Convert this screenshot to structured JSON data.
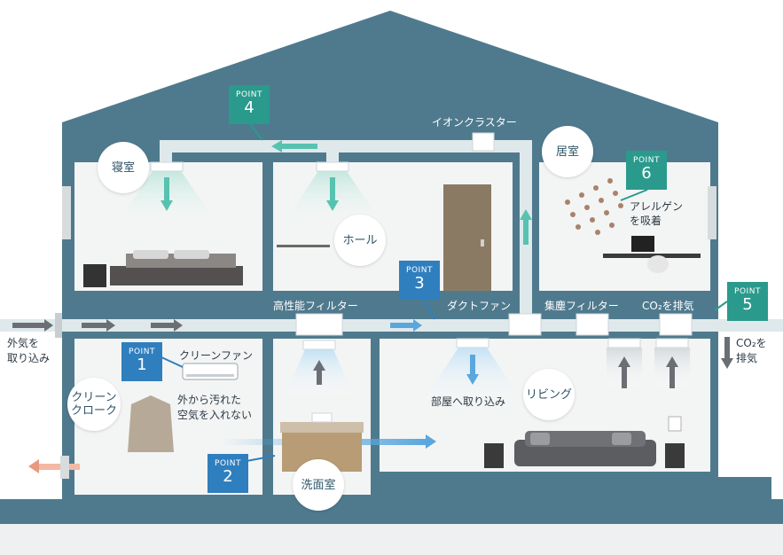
{
  "rooms": {
    "bedroom": "寝室",
    "hall": "ホール",
    "living_room_upper": "居室",
    "clean_cloak": "クリーン\nクローク",
    "living": "リビング",
    "washroom": "洗面室"
  },
  "labels": {
    "ion_cluster": "イオンクラスター",
    "high_filter": "高性能フィルター",
    "duct_fan": "ダクトファン",
    "dust_filter": "集塵フィルター",
    "co2_exhaust_top": "CO₂を排気",
    "co2_exhaust_side_1": "CO₂を",
    "co2_exhaust_side_2": "排気",
    "outside_air_1": "外気を",
    "outside_air_2": "取り込み",
    "clean_fan": "クリーンファン",
    "no_dirty_air_1": "外から汚れた",
    "no_dirty_air_2": "空気を入れない",
    "allergen_1": "アレルゲン",
    "allergen_2": "を吸着",
    "into_room": "部屋へ取り込み"
  },
  "points": [
    {
      "word": "POINT",
      "num": "1"
    },
    {
      "word": "POINT",
      "num": "2"
    },
    {
      "word": "POINT",
      "num": "3"
    },
    {
      "word": "POINT",
      "num": "4"
    },
    {
      "word": "POINT",
      "num": "5"
    },
    {
      "word": "POINT",
      "num": "6"
    }
  ],
  "colors": {
    "house": "#4f7a8e",
    "room": "#f3f4f4",
    "duct": "#dfe9ec",
    "teal": "#2a9a8c",
    "blue": "#2f7fbf",
    "arrow_blue": "#5aa7dd",
    "arrow_teal": "#58c2b0",
    "arrow_gray": "#6b6f73",
    "arrow_orange": "#e79a80"
  }
}
